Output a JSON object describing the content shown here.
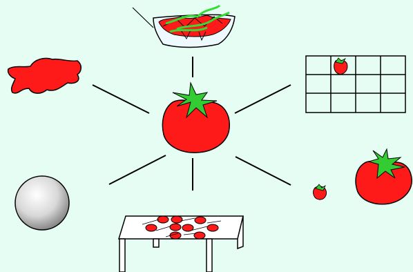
{
  "diagram": {
    "center": {
      "icon": "tomato-icon"
    },
    "spokes": [
      {
        "direction": "top",
        "icon": "tomato-salad-bowl-icon"
      },
      {
        "direction": "upper-left",
        "icon": "tomato-splat-icon"
      },
      {
        "direction": "upper-right",
        "icon": "tomato-grid-icon"
      },
      {
        "direction": "lower-left",
        "icon": "gray-sphere-icon"
      },
      {
        "direction": "bottom",
        "icon": "tomatoes-on-table-icon"
      },
      {
        "direction": "lower-right",
        "icon": "small-and-large-tomato-icon"
      }
    ],
    "grid": {
      "rows": 3,
      "cols": 4,
      "tomato_cell": [
        0,
        1
      ]
    },
    "colors": {
      "background": "#e6fdf3",
      "tomato": "#ff1a1a",
      "leaf": "#33cc33",
      "line": "#000000",
      "sphere": "#cccccc",
      "table_top": "#ffffff"
    }
  }
}
